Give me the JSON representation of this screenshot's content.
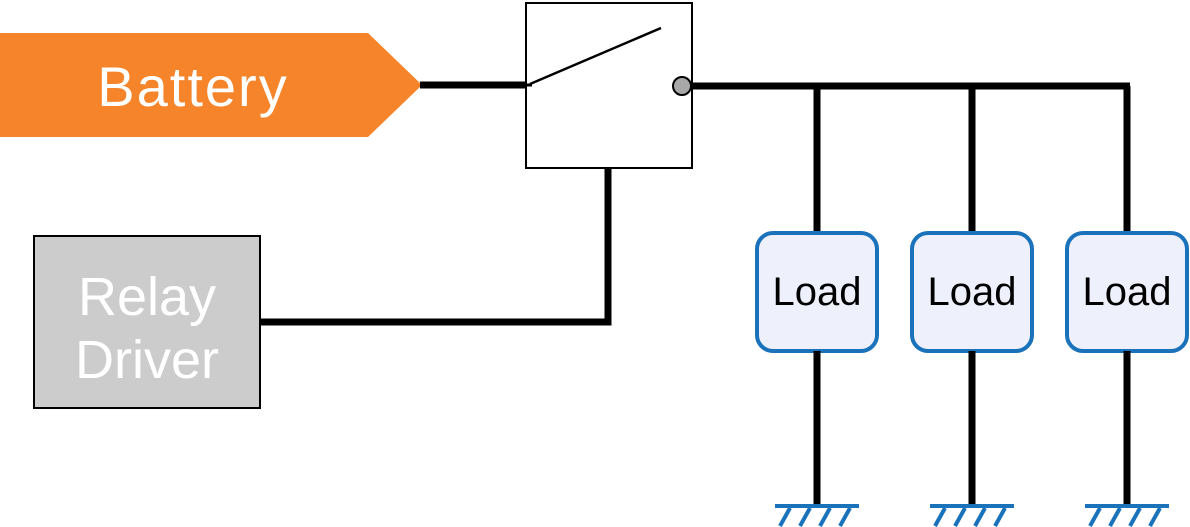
{
  "battery": {
    "label": "Battery",
    "color": "#F5842A",
    "text_color": "#FFFFFF"
  },
  "relay_driver": {
    "line1": "Relay",
    "line2": "Driver",
    "fill": "#CCCCCC",
    "text_color": "#FFFFFF"
  },
  "relay": {
    "contact_color": "#A8A8A8"
  },
  "loads": [
    {
      "label": "Load"
    },
    {
      "label": "Load"
    },
    {
      "label": "Load"
    }
  ],
  "colors": {
    "wire": "#000000",
    "load_border": "#1A72BB",
    "load_fill": "#EEF1FC",
    "ground": "#1A72BB"
  }
}
